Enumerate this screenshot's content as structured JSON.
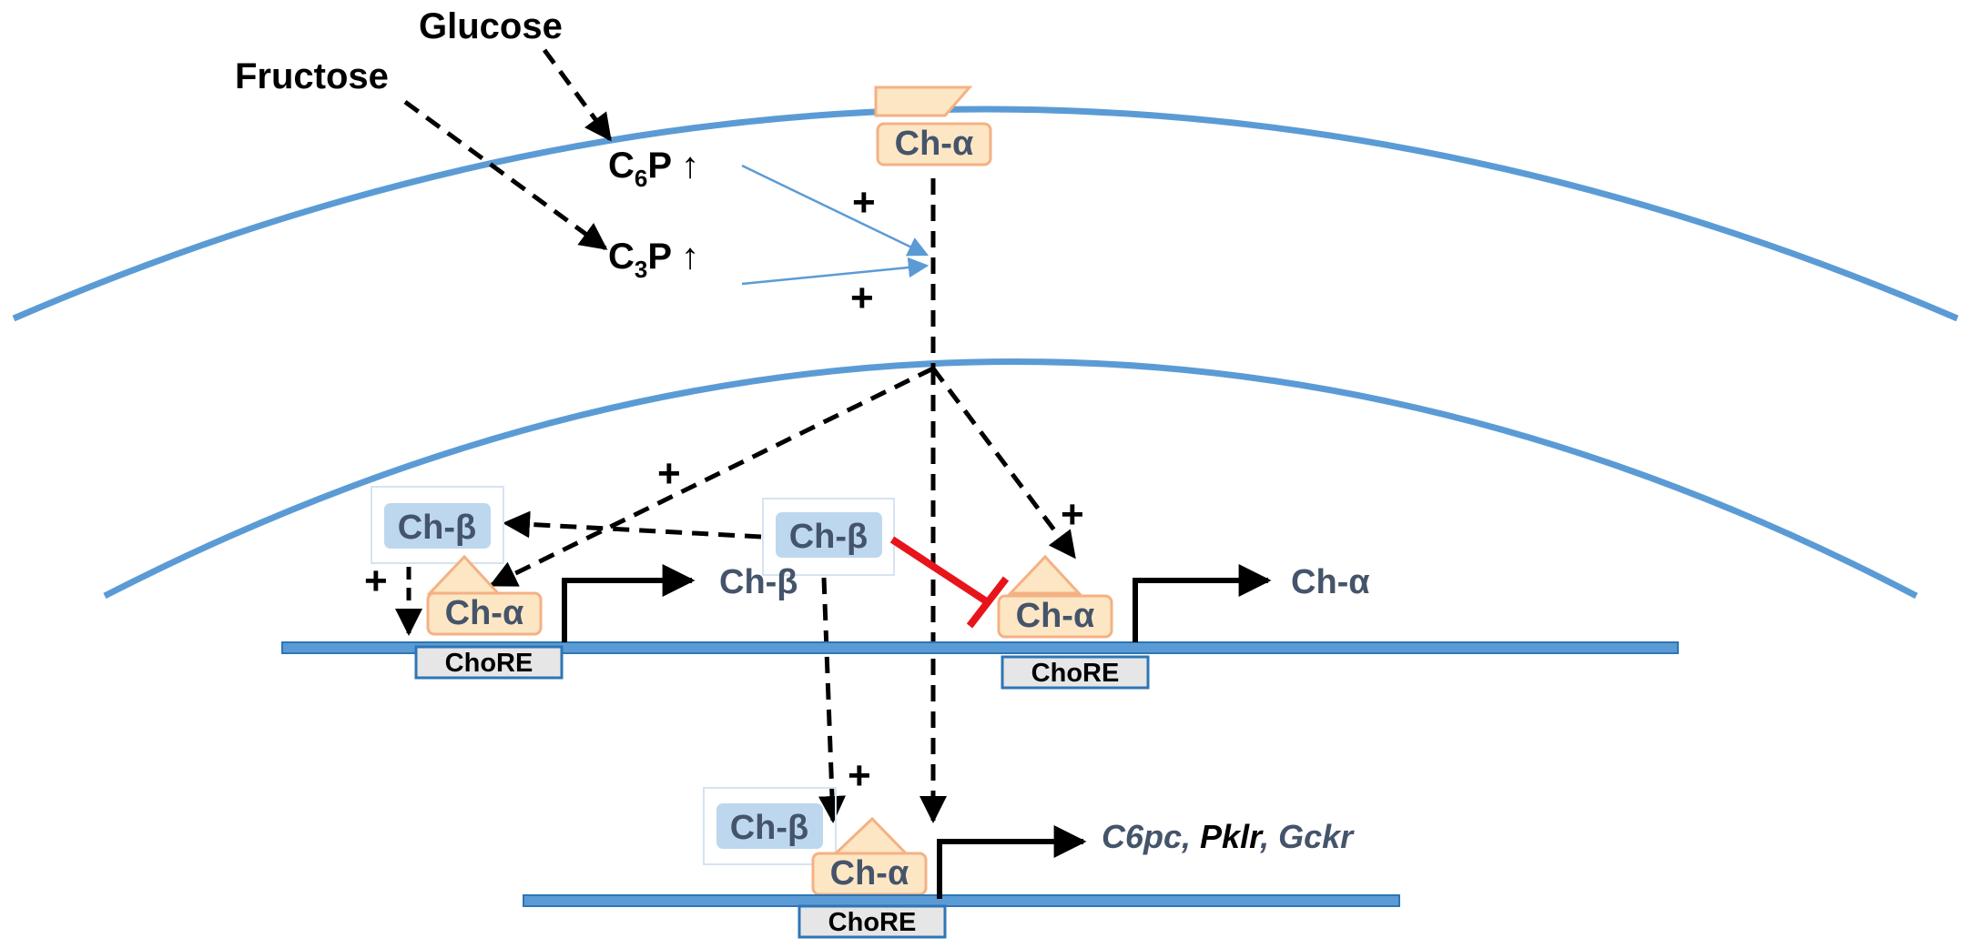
{
  "substrates": {
    "glucose": "Glucose",
    "fructose": "Fructose"
  },
  "metabolites": {
    "c6p": {
      "base": "C",
      "sub": "6",
      "rest": "P",
      "arrow": "↑"
    },
    "c3p": {
      "base": "C",
      "sub": "3",
      "rest": "P",
      "arrow": "↑"
    }
  },
  "proteins": {
    "alpha": "Ch-α",
    "beta": "Ch-β"
  },
  "plus_sign": "+",
  "element_label": "ChoRE",
  "targets": {
    "gene1": "C6pc,",
    "gene2": "Pklr",
    "gene3": ", Gckr"
  },
  "colors": {
    "membrane": "#5b9bd5",
    "alpha_fill": "#fde6c4",
    "alpha_stroke": "#f4b183",
    "beta_fill": "#bdd7ee",
    "inhibition": "#e8141b",
    "protein_text": "#44546a",
    "gene_text": "#44546a"
  }
}
